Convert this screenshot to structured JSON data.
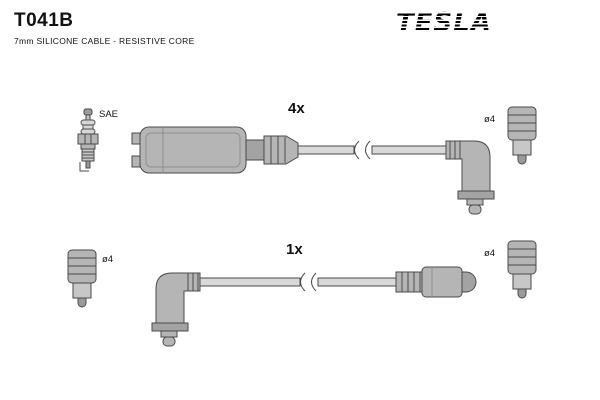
{
  "header": {
    "part_number": "T041B",
    "subtitle": "7mm SILICONE CABLE - RESISTIVE CORE",
    "brand": "TESLA"
  },
  "diagram": {
    "top_set": {
      "quantity_label": "4x",
      "spark_plug_label": "SAE",
      "terminal_label": "ø4"
    },
    "bottom_set": {
      "quantity_label": "1x",
      "terminal_left_label": "ø4",
      "terminal_right_label": "ø4"
    }
  },
  "colors": {
    "background": "#ffffff",
    "part_fill": "#b5b5b5",
    "part_fill_light": "#d6d6d6",
    "outline": "#4a4a4a",
    "text": "#111111"
  }
}
